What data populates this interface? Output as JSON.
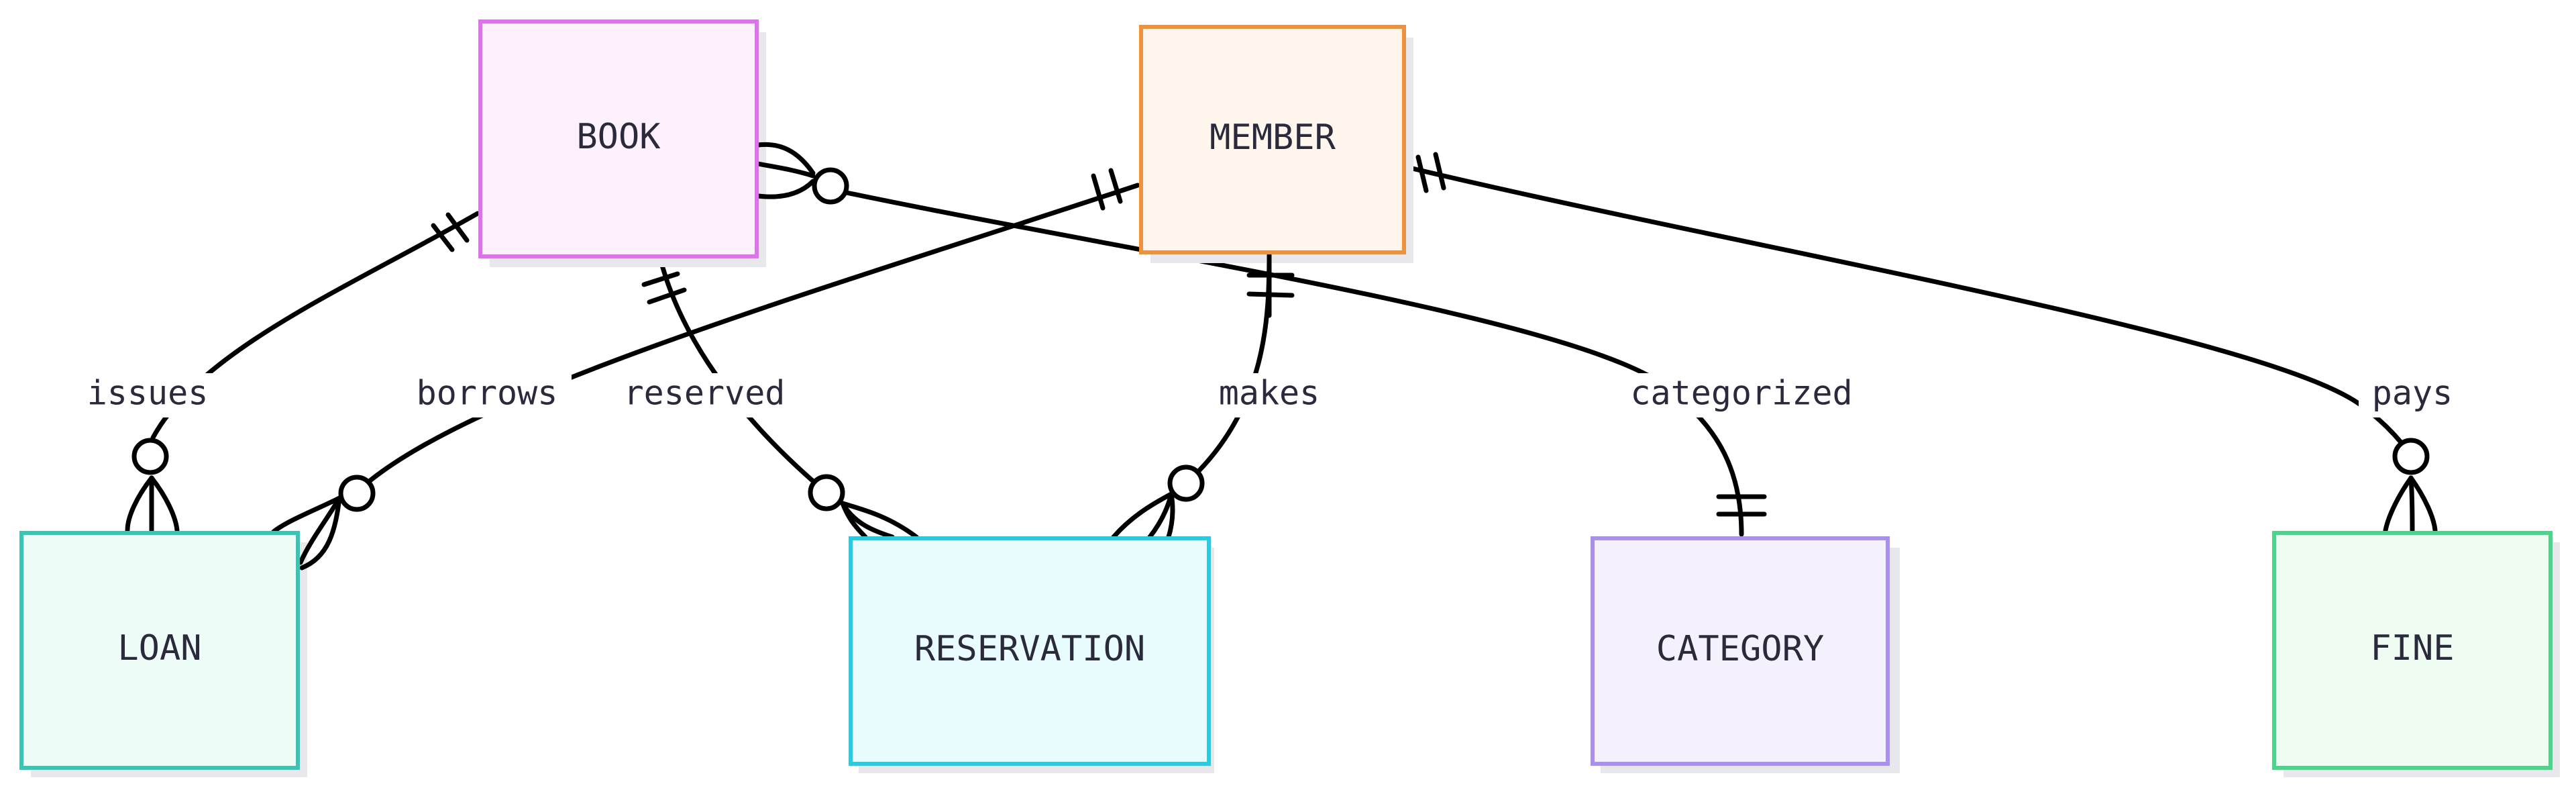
{
  "entities": {
    "book": {
      "label": "BOOK",
      "stroke": "#e071ee",
      "fill": "#fdf1fd"
    },
    "member": {
      "label": "MEMBER",
      "stroke": "#f0913b",
      "fill": "#fef6ed"
    },
    "loan": {
      "label": "LOAN",
      "stroke": "#38c6b4",
      "fill": "#eefcf8"
    },
    "reservation": {
      "label": "RESERVATION",
      "stroke": "#26cde2",
      "fill": "#e8fcfd"
    },
    "category": {
      "label": "CATEGORY",
      "stroke": "#a98ff0",
      "fill": "#f4f1fd"
    },
    "fine": {
      "label": "FINE",
      "stroke": "#4bd58a",
      "fill": "#eefcf2"
    }
  },
  "relationships": [
    {
      "id": "issues",
      "label": "issues",
      "from": "book",
      "to": "loan",
      "from_card": "exactly-one",
      "to_card": "zero-or-many"
    },
    {
      "id": "borrows",
      "label": "borrows",
      "from": "member",
      "to": "loan",
      "from_card": "exactly-one",
      "to_card": "zero-or-many"
    },
    {
      "id": "reserved",
      "label": "reserved",
      "from": "book",
      "to": "reservation",
      "from_card": "exactly-one",
      "to_card": "zero-or-many"
    },
    {
      "id": "makes",
      "label": "makes",
      "from": "member",
      "to": "reservation",
      "from_card": "exactly-one",
      "to_card": "zero-or-many"
    },
    {
      "id": "categorized",
      "label": "categorized",
      "from": "book",
      "to": "category",
      "from_card": "zero-or-many",
      "to_card": "exactly-one"
    },
    {
      "id": "pays",
      "label": "pays",
      "from": "member",
      "to": "fine",
      "from_card": "exactly-one",
      "to_card": "zero-or-many"
    }
  ]
}
